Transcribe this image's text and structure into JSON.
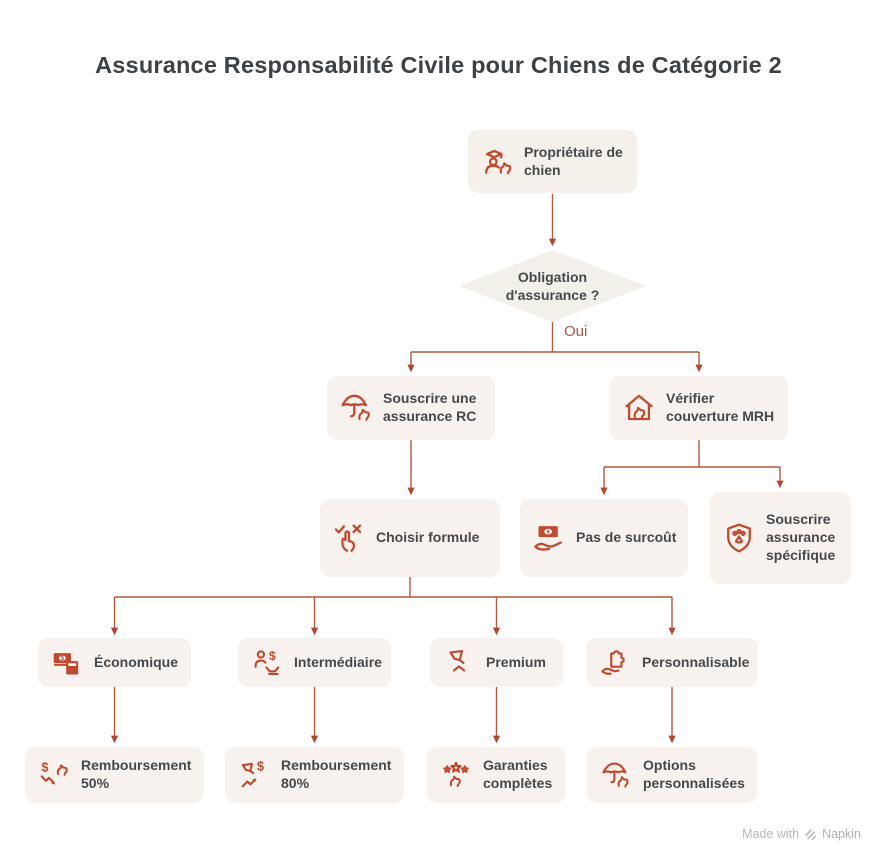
{
  "page": {
    "title": "Assurance Responsabilité Civile pour Chiens de Catégorie 2"
  },
  "colors": {
    "background": "#ffffff",
    "accent_icon": "#c14a2e",
    "connector": "#b45a3c",
    "arrowhead": "#b5452c",
    "node_background": "#f8f2ef",
    "node_background_warm": "#f5f0ea",
    "text": "#45494c",
    "edge_label": "#b2573c",
    "watermark": "#b6b9bb"
  },
  "flowchart": {
    "decision": {
      "label": "Obligation d'assurance ?"
    },
    "edge_labels": {
      "yes": "Oui"
    },
    "nodes": [
      {
        "label": "Propriétaire de chien",
        "icon": "dog-owner-icon"
      },
      {
        "label": "Souscrire une assurance RC",
        "icon": "umbrella-insurance-icon"
      },
      {
        "label": "Vérifier couverture MRH",
        "icon": "house-dog-icon"
      },
      {
        "label": "Choisir formule",
        "icon": "choose-hand-icon"
      },
      {
        "label": "Pas de surcoût",
        "icon": "money-hand-icon"
      },
      {
        "label": "Souscrire assurance spécifique",
        "icon": "shield-paw-icon"
      },
      {
        "label": "Économique",
        "icon": "money-calculator-icon"
      },
      {
        "label": "Intermédiaire",
        "icon": "person-dollar-icon"
      },
      {
        "label": "Premium",
        "icon": "pennant-icon"
      },
      {
        "label": "Personnalisable",
        "icon": "puzzle-hand-icon"
      },
      {
        "label": "Remboursement 50%",
        "icon": "dollar-decrease-icon"
      },
      {
        "label": "Remboursement 80%",
        "icon": "dollar-increase-icon"
      },
      {
        "label": "Garanties complètes",
        "icon": "stars-dog-icon"
      },
      {
        "label": "Options personnalisées",
        "icon": "umbrella-options-icon"
      }
    ]
  },
  "watermark": {
    "text_prefix": "Made with",
    "brand": "Napkin"
  }
}
